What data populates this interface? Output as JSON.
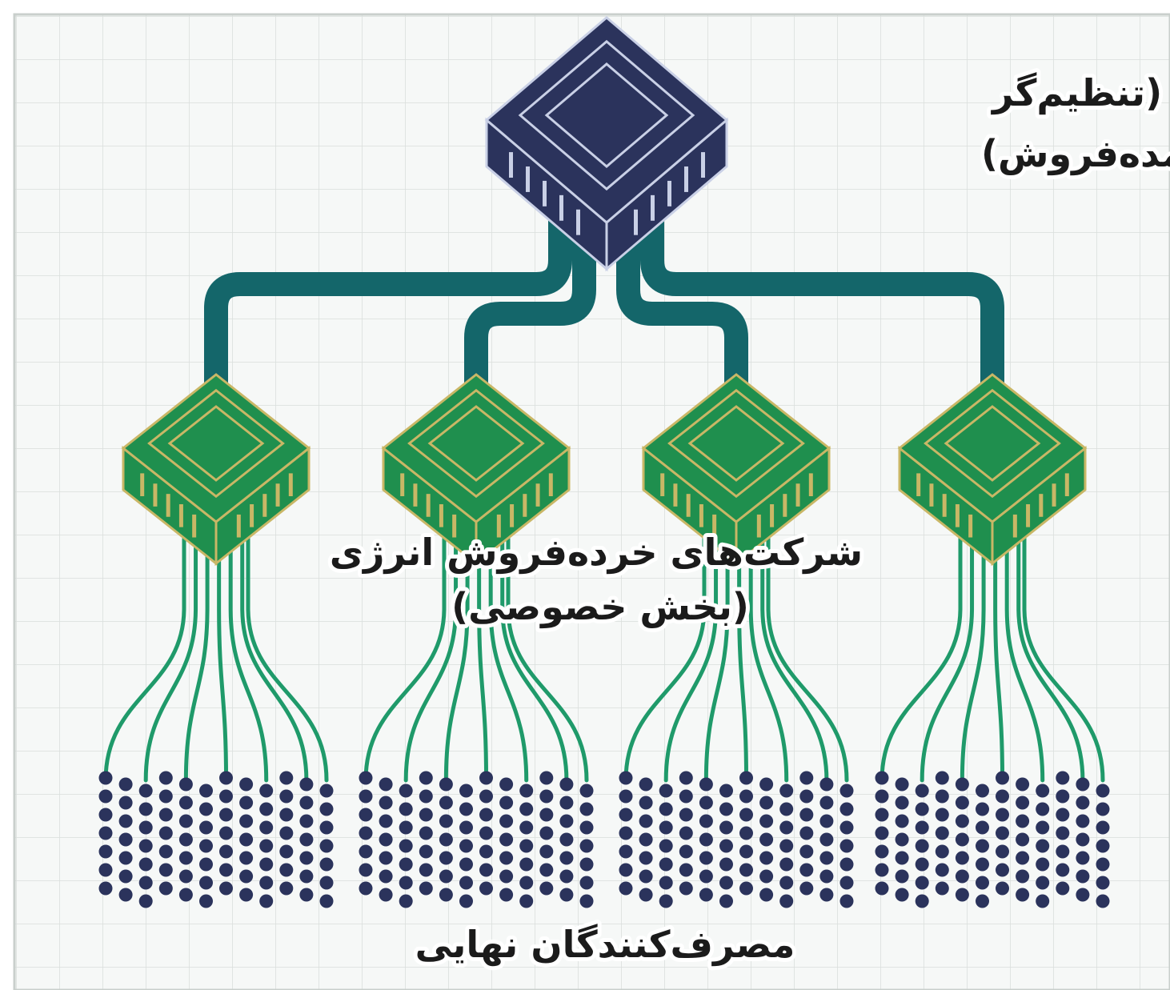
{
  "colors": {
    "background": "#f6f8f7",
    "grid": "#d9dedc",
    "frame": "#c9cfcc",
    "trunk": "#14666a",
    "branch": "#1f9a6a",
    "government_chip": "#2b335c",
    "retailer_chip": "#1f8f4e",
    "retailer_chip_outline": "#c9b766",
    "consumer_dot": "#2b335c"
  },
  "nodes": {
    "government": {
      "icon": "chip-icon",
      "label_lines": [
        "دولت (تنظیم‌گر",
        "و عمده‌فروش)"
      ]
    },
    "retailers": {
      "icon": "chip-icon",
      "count": 4,
      "label_lines": [
        "شرکت‌های خرده‌فروش انرژی",
        "(بخش خصوصی)"
      ]
    },
    "consumers": {
      "icon": "dot-icon",
      "groups": 4,
      "label": "مصرف‌کنندگان نهایی"
    }
  }
}
